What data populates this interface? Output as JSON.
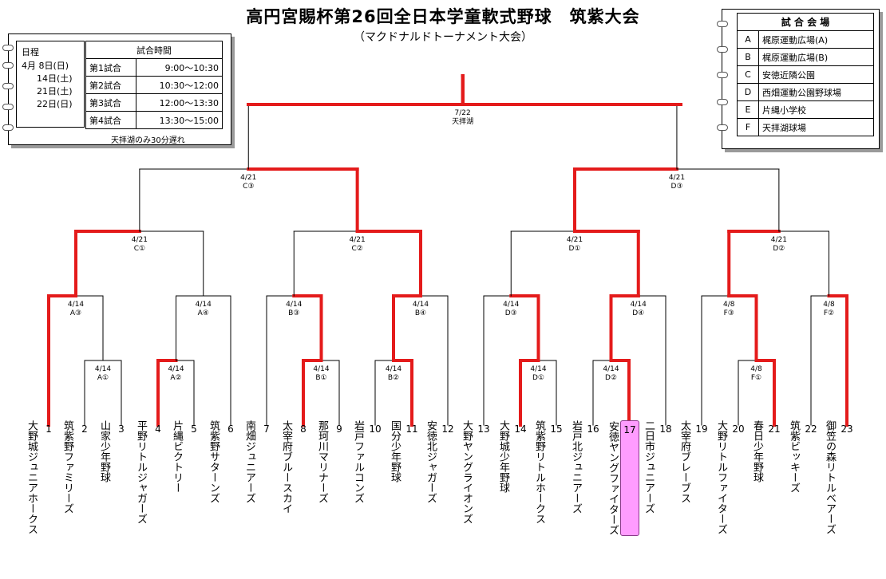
{
  "title": "高円宮賜杯第26回全日本学童軟式野球　筑紫大会",
  "subtitle": "（マクドナルドトーナメント大会）",
  "colors": {
    "winner_line": "#e41b1b",
    "line": "#000000",
    "highlight": "#ff9cff"
  },
  "schedule": {
    "dates_header": "日程",
    "dates": [
      "4月 8日(日)",
      "14日(土)",
      "21日(土)",
      "22日(日)"
    ],
    "times_header": "試合時間",
    "rows": [
      {
        "game": "第1試合",
        "time": "9:00～10:30"
      },
      {
        "game": "第2試合",
        "time": "10:30～12:00"
      },
      {
        "game": "第3試合",
        "time": "12:00～13:30"
      },
      {
        "game": "第4試合",
        "time": "13:30～15:00"
      }
    ],
    "note": "天拝湖のみ30分遅れ"
  },
  "venues": {
    "header": "試 合 会 場",
    "rows": [
      {
        "code": "A",
        "name": "梶原運動広場(A)"
      },
      {
        "code": "B",
        "name": "梶原運動広場(B)"
      },
      {
        "code": "C",
        "name": "安徳近隣公園"
      },
      {
        "code": "D",
        "name": "西畑運動公園野球場"
      },
      {
        "code": "E",
        "name": "片縄小学校"
      },
      {
        "code": "F",
        "name": "天拝湖球場"
      }
    ]
  },
  "teams": [
    {
      "num": "1",
      "name": "大野城ジュニアホークス"
    },
    {
      "num": "2",
      "name": "筑紫野ファミリーズ"
    },
    {
      "num": "3",
      "name": "山家少年野球"
    },
    {
      "num": "4",
      "name": "平野リトルジャガーズ"
    },
    {
      "num": "5",
      "name": "片縄ビクトリー"
    },
    {
      "num": "6",
      "name": "筑紫野サターンズ"
    },
    {
      "num": "7",
      "name": "南畑ジュニアーズ"
    },
    {
      "num": "8",
      "name": "太宰府ブルースカイ"
    },
    {
      "num": "9",
      "name": "那珂川マリナーズ"
    },
    {
      "num": "10",
      "name": "岩戸ファルコンズ"
    },
    {
      "num": "11",
      "name": "国分少年野球"
    },
    {
      "num": "12",
      "name": "安徳北ジャガーズ"
    },
    {
      "num": "13",
      "name": "大野ヤングライオンズ"
    },
    {
      "num": "14",
      "name": "大野城少年野球"
    },
    {
      "num": "15",
      "name": "筑紫野リトルホークス"
    },
    {
      "num": "16",
      "name": "岩戸北ジュニアーズ"
    },
    {
      "num": "17",
      "name": "安徳ヤングファイターズ"
    },
    {
      "num": "18",
      "name": "二日市ジュニアーズ"
    },
    {
      "num": "19",
      "name": "太宰府ブレーブス"
    },
    {
      "num": "20",
      "name": "大野リトルファイターズ"
    },
    {
      "num": "21",
      "name": "春日少年野球"
    },
    {
      "num": "22",
      "name": "筑紫ビッキーズ"
    },
    {
      "num": "23",
      "name": "御笠の森リトルベアーズ"
    }
  ],
  "highlight_team": "17",
  "games": [
    {
      "id": "g1",
      "date": "4/14",
      "code": "A①"
    },
    {
      "id": "g2",
      "date": "4/14",
      "code": "A②"
    },
    {
      "id": "g3",
      "date": "4/14",
      "code": "B①"
    },
    {
      "id": "g4",
      "date": "4/14",
      "code": "B②"
    },
    {
      "id": "g5",
      "date": "4/14",
      "code": "D①"
    },
    {
      "id": "g6",
      "date": "4/14",
      "code": "D②"
    },
    {
      "id": "g7",
      "date": "4/8",
      "code": "F①"
    },
    {
      "id": "g8",
      "date": "4/14",
      "code": "A③"
    },
    {
      "id": "g9",
      "date": "4/14",
      "code": "A④"
    },
    {
      "id": "g10",
      "date": "4/14",
      "code": "B③"
    },
    {
      "id": "g11",
      "date": "4/14",
      "code": "B④"
    },
    {
      "id": "g12",
      "date": "4/14",
      "code": "D③"
    },
    {
      "id": "g13",
      "date": "4/14",
      "code": "D④"
    },
    {
      "id": "g14",
      "date": "4/8",
      "code": "F③"
    },
    {
      "id": "g15",
      "date": "4/8",
      "code": "F②"
    },
    {
      "id": "g16",
      "date": "4/21",
      "code": "C①"
    },
    {
      "id": "g17",
      "date": "4/21",
      "code": "C②"
    },
    {
      "id": "g18",
      "date": "4/21",
      "code": "D①"
    },
    {
      "id": "g19",
      "date": "4/21",
      "code": "D②"
    },
    {
      "id": "g20",
      "date": "4/21",
      "code": "C③"
    },
    {
      "id": "g21",
      "date": "4/21",
      "code": "D③"
    },
    {
      "id": "final",
      "date": "7/22",
      "code": "天拝湖"
    }
  ]
}
